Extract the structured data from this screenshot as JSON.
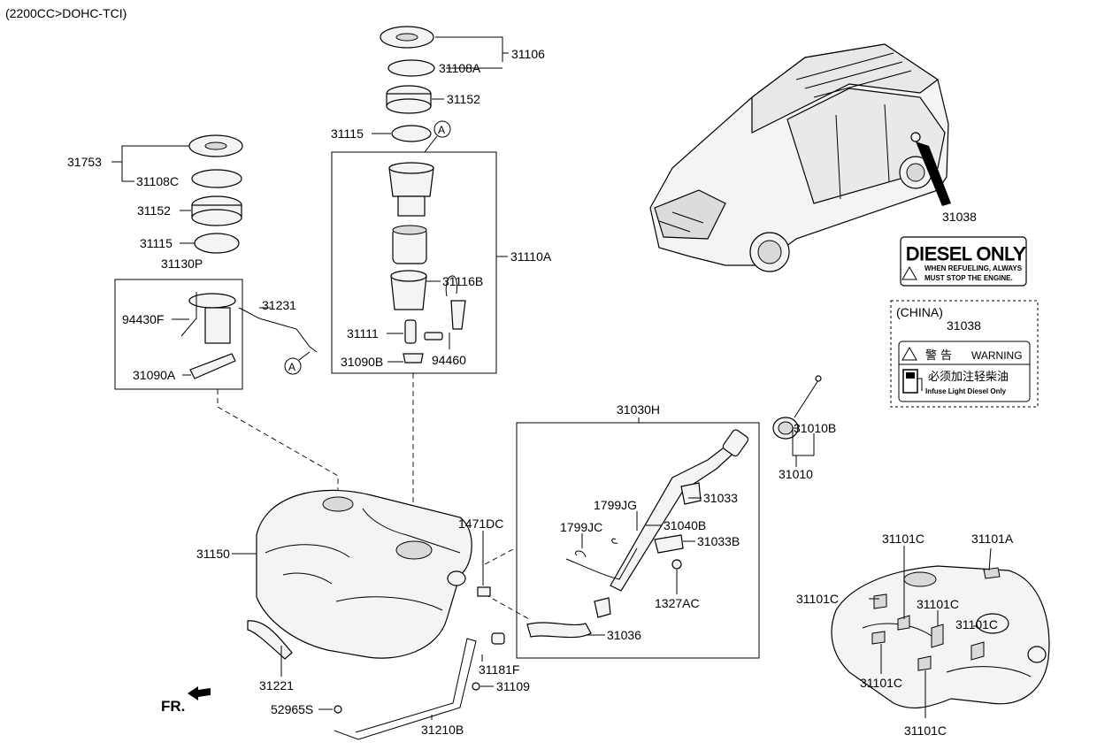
{
  "header": {
    "engine_label": "(2200CC>DOHC-TCI)"
  },
  "parts": {
    "p31106": "31106",
    "p31108A": "31108A",
    "p31152_top": "31152",
    "p31115_top": "31115",
    "circleA_top": "A",
    "p31110A": "31110A",
    "p31116B": "31116B",
    "p31111": "31111",
    "p31090B": "31090B",
    "p94460": "94460",
    "p31753": "31753",
    "p31108C": "31108C",
    "p31152_left": "31152",
    "p31115_left": "31115",
    "p31130P": "31130P",
    "p94430F": "94430F",
    "p31231": "31231",
    "p31090A": "31090A",
    "circleA_left": "A",
    "p31038_top": "31038",
    "p31030H": "31030H",
    "p1799JG": "1799JG",
    "p31033": "31033",
    "p1799JC": "1799JC",
    "p31040B": "31040B",
    "p31033B": "31033B",
    "p1327AC": "1327AC",
    "p31036": "31036",
    "p1471DC": "1471DC",
    "p31010B": "31010B",
    "p31010": "31010",
    "p31150": "31150",
    "p31221": "31221",
    "p52965S": "52965S",
    "p31181F": "31181F",
    "p31109": "31109",
    "p31210B": "31210B",
    "p31101C_a": "31101C",
    "p31101A": "31101A",
    "p31101C_b": "31101C",
    "p31101C_c": "31101C",
    "p31101C_d": "31101C",
    "p31101C_e": "31101C",
    "p31101C_f": "31101C",
    "fr": "FR."
  },
  "diesel_label": {
    "line1": "DIESEL ONLY",
    "line2": "WHEN REFUELING, ALWAYS",
    "line3": "MUST STOP THE ENGINE."
  },
  "china_label": {
    "region": "(CHINA)",
    "part": "31038",
    "warn_cn": "警 告",
    "warn_en": "WARNING",
    "text_cn": "必须加注轻柴油",
    "text_en": "Infuse Light Diesel Only"
  },
  "icons": [
    "fuel-pump-icon",
    "warning-triangle-icon",
    "front-arrow-icon"
  ]
}
